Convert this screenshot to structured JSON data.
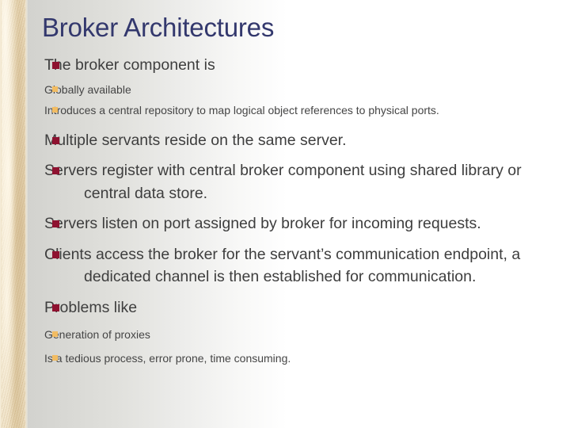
{
  "slide": {
    "title": "Broker Architectures",
    "title_color": "#33386d",
    "body_text_color": "#3e3e3e",
    "level1_bullet_color": "#8e1230",
    "level2_bullet_color": "#f2bc62",
    "background_strip_color": "#e3cfa6",
    "background_gradient_color": "#d2d2ce",
    "bullets": [
      {
        "level": 1,
        "text": "The broker component is"
      },
      {
        "level": 2,
        "text": "Globally available"
      },
      {
        "level": 2,
        "text": "Introduces a central repository to map logical object references to physical ports."
      },
      {
        "level": 1,
        "text": "Multiple servants reside on the same server."
      },
      {
        "level": 1,
        "text": "Servers register with central broker component using shared library or central data store."
      },
      {
        "level": 1,
        "text": "Servers listen on port assigned by broker for incoming requests."
      },
      {
        "level": 1,
        "text": "Clients access the broker for the servant’s communication endpoint, a dedicated channel is then established for communication."
      },
      {
        "level": 1,
        "text": "Problems like"
      },
      {
        "level": 2,
        "text": "Generation of proxies"
      },
      {
        "level": 2,
        "text": "Is a tedious process, error prone, time consuming."
      }
    ]
  }
}
